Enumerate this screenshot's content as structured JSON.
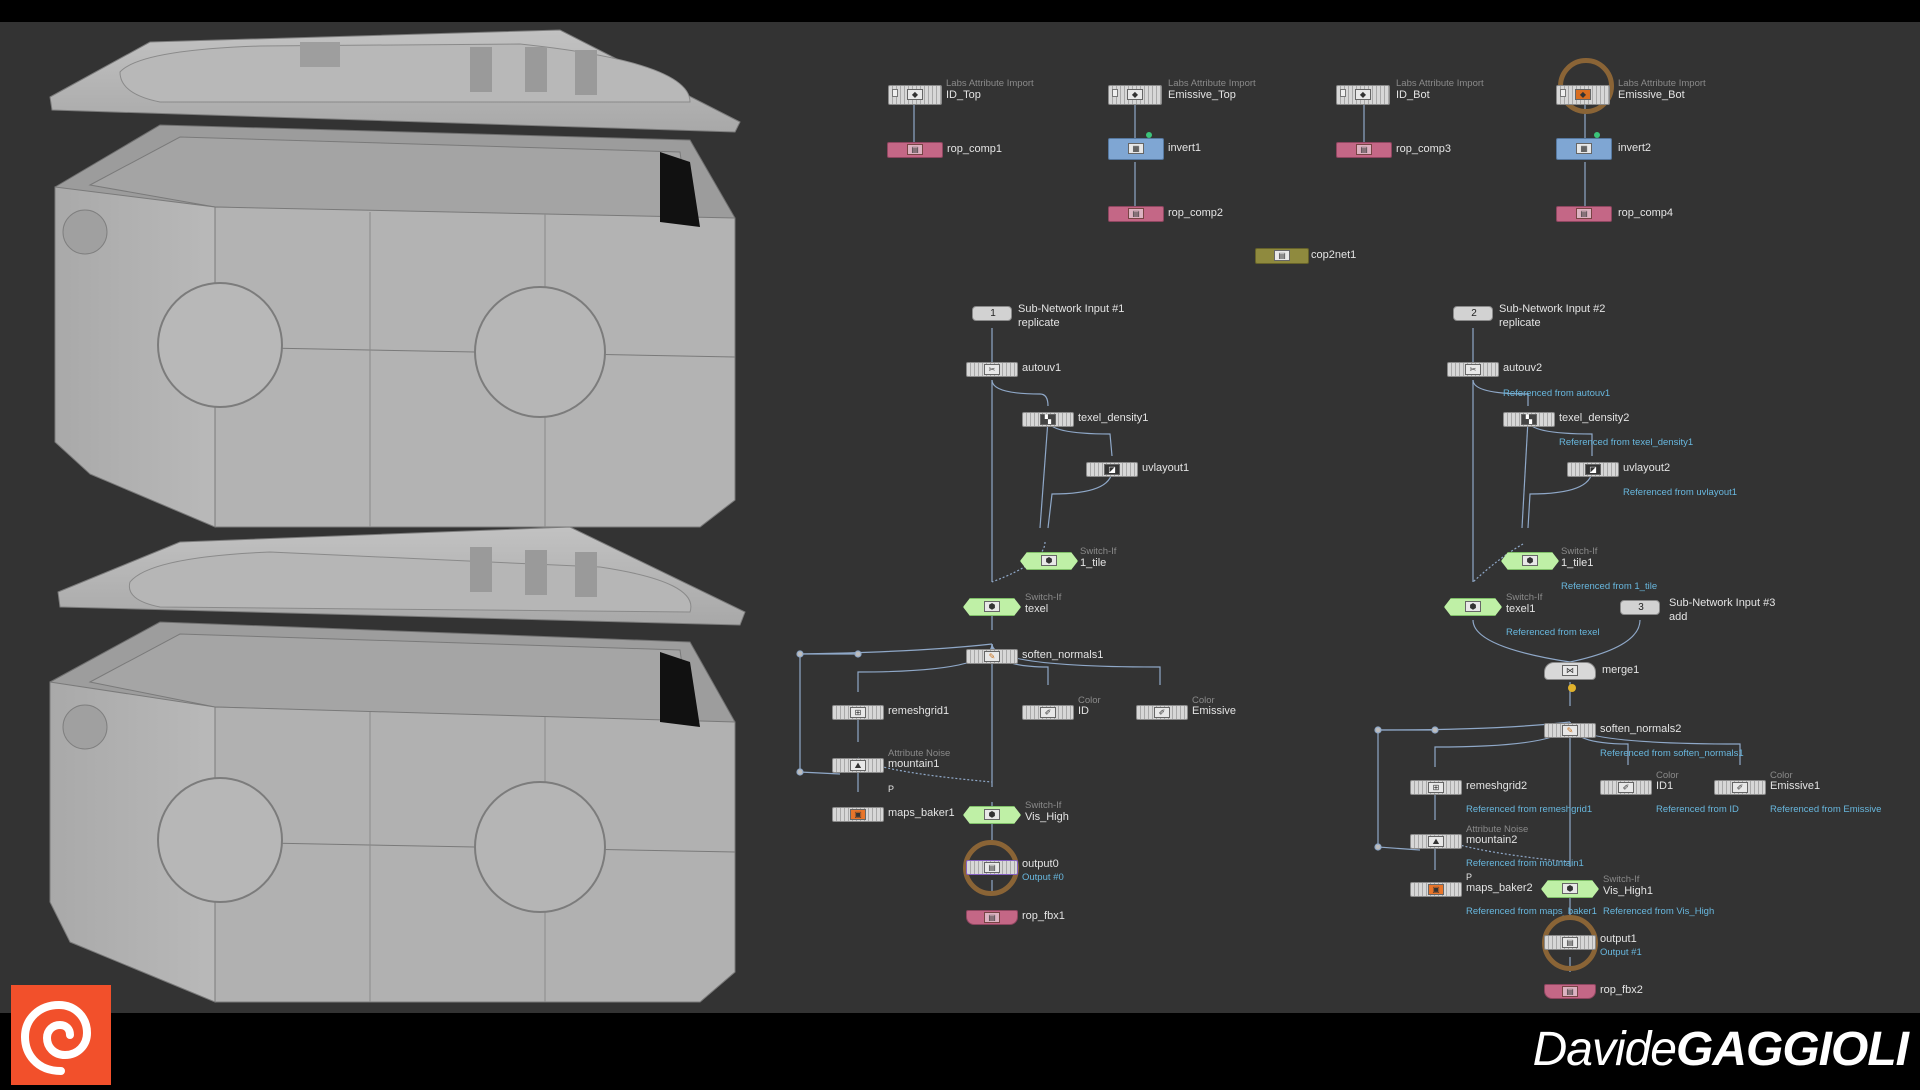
{
  "network": {
    "nodes": [
      {
        "key": "n_idtop",
        "label": "ID_Top",
        "type": "Labs Attribute Import"
      },
      {
        "key": "n_emtop",
        "label": "Emissive_Top",
        "type": "Labs Attribute Import"
      },
      {
        "key": "n_idbot",
        "label": "ID_Bot",
        "type": "Labs Attribute Import"
      },
      {
        "key": "n_embot",
        "label": "Emissive_Bot",
        "type": "Labs Attribute Import"
      },
      {
        "key": "n_rop1",
        "label": "rop_comp1"
      },
      {
        "key": "n_invert1",
        "label": "invert1"
      },
      {
        "key": "n_rop3",
        "label": "rop_comp3"
      },
      {
        "key": "n_invert2",
        "label": "invert2"
      },
      {
        "key": "n_rop2",
        "label": "rop_comp2"
      },
      {
        "key": "n_rop4",
        "label": "rop_comp4"
      },
      {
        "key": "n_cop",
        "label": "cop2net1"
      }
    ],
    "left": {
      "input": {
        "num": "1",
        "label": "Sub-Network Input #1",
        "sub": "replicate"
      },
      "autouv": "autouv1",
      "texel_density": "texel_density1",
      "uvlayout": "uvlayout1",
      "switch_tile": {
        "type": "Switch-If",
        "label": "1_tile"
      },
      "switch_texel": {
        "type": "Switch-If",
        "label": "texel"
      },
      "soften": "soften_normals1",
      "remesh": "remeshgrid1",
      "color_id": {
        "type": "Color",
        "label": "ID"
      },
      "color_em": {
        "type": "Color",
        "label": "Emissive"
      },
      "mountain": {
        "type": "Attribute Noise",
        "label": "mountain1"
      },
      "p_label": "P",
      "baker": "maps_baker1",
      "switch_vis": {
        "type": "Switch-If",
        "label": "Vis_High"
      },
      "output": {
        "label": "output0",
        "sub": "Output #0"
      },
      "fbx": "rop_fbx1"
    },
    "right": {
      "input": {
        "num": "2",
        "label": "Sub-Network Input #2",
        "sub": "replicate"
      },
      "autouv": {
        "label": "autouv2",
        "ref": "Referenced from autouv1"
      },
      "texel_density": {
        "label": "texel_density2",
        "ref": "Referenced from texel_density1"
      },
      "uvlayout": {
        "label": "uvlayout2",
        "ref": "Referenced from uvlayout1"
      },
      "switch_tile": {
        "type": "Switch-If",
        "label": "1_tile1",
        "ref": "Referenced from 1_tile"
      },
      "switch_texel": {
        "type": "Switch-If",
        "label": "texel1",
        "ref": "Referenced from texel"
      },
      "input3": {
        "num": "3",
        "label": "Sub-Network Input #3",
        "sub": "add"
      },
      "merge": "merge1",
      "soften": {
        "label": "soften_normals2",
        "ref": "Referenced from soften_normals1"
      },
      "remesh": {
        "label": "remeshgrid2",
        "ref": "Referenced from remeshgrid1"
      },
      "color_id": {
        "type": "Color",
        "label": "ID1",
        "ref": "Referenced from ID"
      },
      "color_em": {
        "type": "Color",
        "label": "Emissive1",
        "ref": "Referenced from Emissive"
      },
      "mountain": {
        "type": "Attribute Noise",
        "label": "mountain2",
        "ref": "Referenced from mountain1"
      },
      "p_label": "P",
      "baker": {
        "label": "maps_baker2",
        "ref": "Referenced from maps_baker1"
      },
      "switch_vis": {
        "type": "Switch-If",
        "label": "Vis_High1",
        "ref": "Referenced from Vis_High"
      },
      "output": {
        "label": "output1",
        "sub": "Output #1"
      },
      "fbx": "rop_fbx2"
    }
  },
  "brand": {
    "first_name": "Davide",
    "last_name": "GAGGIOLI",
    "logo_color": "#f2502b"
  },
  "colors": {
    "background": "#333333",
    "rop_node": "#c46786",
    "invert_node": "#7fa6d3",
    "switch_node": "#bff0a6",
    "cop_node": "#8f8a3e",
    "reference_text": "#68b7de",
    "wire": "#8fa8c8"
  },
  "icons": [
    "houdini-logo-icon",
    "node-icon",
    "flag-icon",
    "lock-icon",
    "comment-icon",
    "warning-icon"
  ]
}
